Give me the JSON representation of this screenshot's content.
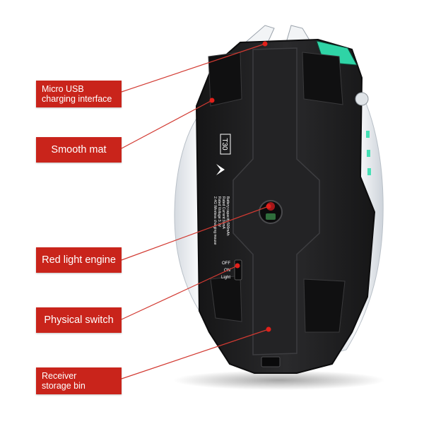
{
  "callouts": [
    {
      "lines": [
        "Micro USB",
        "charging interface"
      ]
    },
    {
      "lines": [
        "Smooth mat"
      ]
    },
    {
      "lines": [
        "Red light engine"
      ]
    },
    {
      "lines": [
        "Physical switch"
      ]
    },
    {
      "lines": [
        "Receiver",
        "storage bin"
      ]
    }
  ],
  "mouse": {
    "model": "T30",
    "spec_lines": [
      "2.4G Wireless charging mouse",
      "Rated Voltage:3.7V",
      "Rated Current:35mA",
      "Battery:capacity:500mAh"
    ],
    "switch_labels": [
      "OFF",
      "ON",
      "Light"
    ]
  },
  "colors": {
    "label_bg": "#c9241b",
    "mouse_body": "#1c1c1d",
    "side_shell": "#e9ecef",
    "accent_led": "#2fd4a6",
    "marker_dot": "#e2201a"
  }
}
